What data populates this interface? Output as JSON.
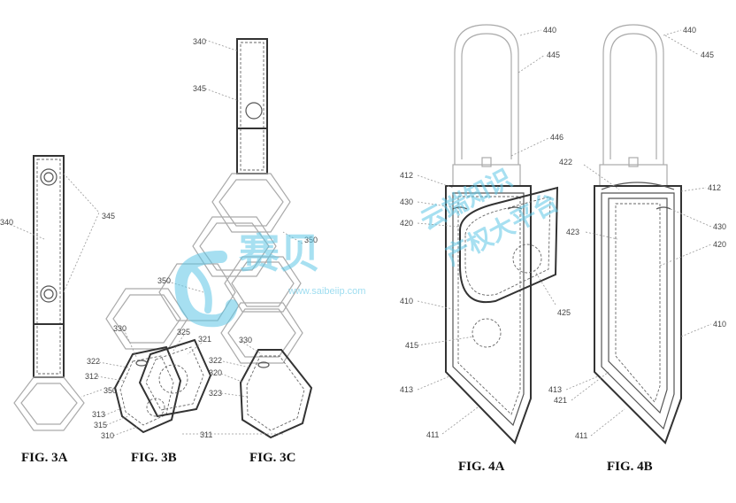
{
  "figures": [
    {
      "id": "fig-3a",
      "caption": "FIG. 3A",
      "labels": [
        "340",
        "345",
        "350"
      ]
    },
    {
      "id": "fig-3b",
      "caption": "FIG. 3B",
      "labels": [
        "350",
        "330",
        "325",
        "321",
        "322",
        "312",
        "313",
        "315",
        "310"
      ]
    },
    {
      "id": "fig-3c",
      "caption": "FIG. 3C",
      "labels": [
        "340",
        "345",
        "350",
        "330",
        "322",
        "320",
        "323",
        "311"
      ]
    },
    {
      "id": "fig-4a",
      "caption": "FIG. 4A",
      "labels": [
        "440",
        "445",
        "446",
        "412",
        "430",
        "420",
        "410",
        "415",
        "413",
        "411",
        "425"
      ]
    },
    {
      "id": "fig-4b",
      "caption": "FIG. 4B",
      "labels": [
        "440",
        "445",
        "422",
        "412",
        "430",
        "423",
        "420",
        "410",
        "413",
        "421",
        "411"
      ]
    }
  ],
  "watermark": {
    "logo_text": "赛贝",
    "url": "www.saibeiip.com",
    "line1": "云端知识",
    "line2": "产权大平台"
  },
  "colors": {
    "watermark": "#5ec6e6",
    "line": "#333333"
  }
}
